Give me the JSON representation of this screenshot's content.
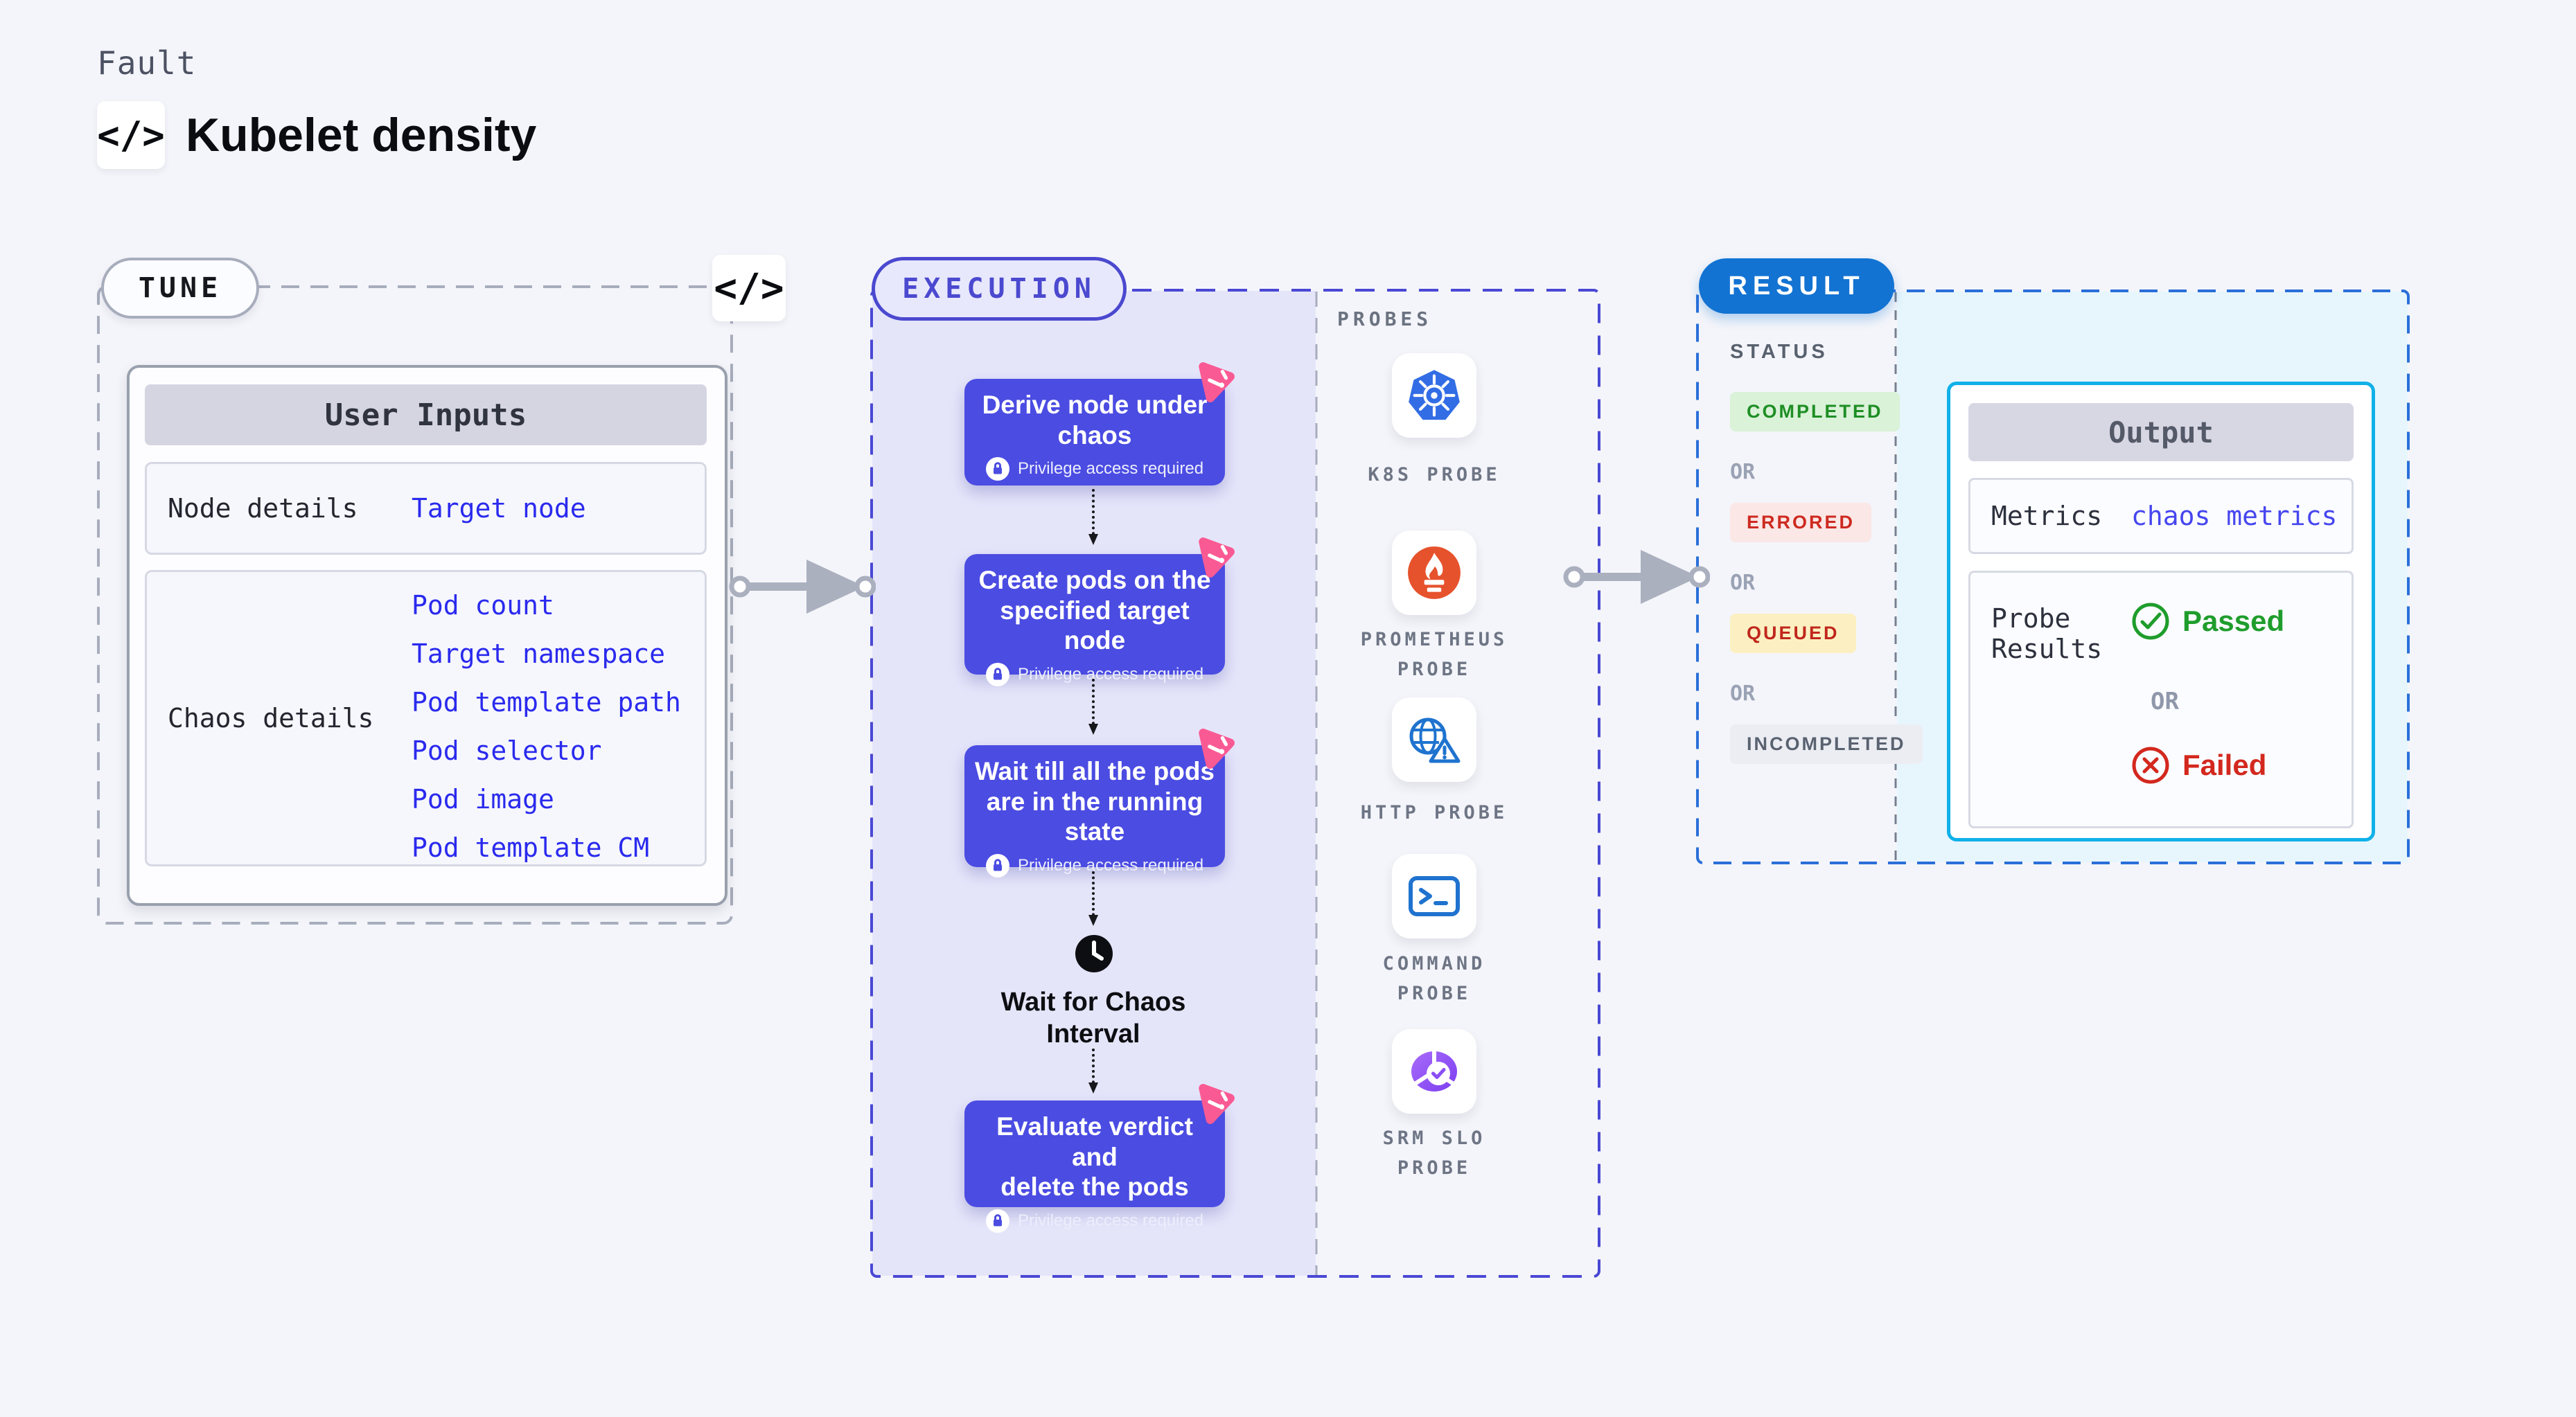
{
  "header": {
    "kicker": "Fault",
    "icon_glyph": "</>",
    "title": "Kubelet density"
  },
  "tune": {
    "label": "TUNE",
    "code_glyph": "</>",
    "table": {
      "header": "User Inputs",
      "rows": [
        {
          "label": "Node details",
          "links": [
            "Target node"
          ]
        },
        {
          "label": "Chaos details",
          "links": [
            "Pod count",
            "Target namespace",
            "Pod template path",
            "Pod selector",
            "Pod image",
            "Pod template CM"
          ]
        }
      ]
    }
  },
  "execution": {
    "label": "EXECUTION",
    "steps": [
      {
        "title": "Derive node under\nchaos",
        "badge": "Privilege access required"
      },
      {
        "title": "Create pods on the\nspecified target\nnode",
        "badge": "Privilege access required"
      },
      {
        "title": "Wait till all the pods\nare in the running\nstate",
        "badge": "Privilege access required"
      },
      {
        "title": "Evaluate verdict and\ndelete the pods",
        "badge": "Privilege access required"
      }
    ],
    "interval_label": "Wait for Chaos\nInterval"
  },
  "probes": {
    "label": "PROBES",
    "items": [
      {
        "name": "K8S PROBE",
        "icon": "kubernetes-icon"
      },
      {
        "name": "PROMETHEUS\nPROBE",
        "icon": "prometheus-icon"
      },
      {
        "name": "HTTP PROBE",
        "icon": "http-globe-icon"
      },
      {
        "name": "COMMAND\nPROBE",
        "icon": "terminal-icon"
      },
      {
        "name": "SRM SLO\nPROBE",
        "icon": "slo-gauge-icon"
      }
    ]
  },
  "result": {
    "label": "RESULT",
    "status": {
      "heading": "STATUS",
      "or": "OR",
      "badges": [
        {
          "text": "COMPLETED",
          "type": "success",
          "color": "#1e8e24"
        },
        {
          "text": "ERRORED",
          "type": "error",
          "color": "#cd2a20"
        },
        {
          "text": "QUEUED",
          "type": "warning",
          "color": "#c0271c"
        },
        {
          "text": "INCOMPLETED",
          "type": "muted",
          "color": "#5a6270"
        }
      ]
    },
    "output": {
      "header": "Output",
      "metrics": {
        "label": "Metrics",
        "value": "chaos metrics"
      },
      "probe_results": {
        "label": "Probe\nResults",
        "passed": "Passed",
        "or": "OR",
        "failed": "Failed"
      }
    }
  },
  "colors": {
    "accent_indigo": "#4b4ce2",
    "execution_panel": "#e5e5fa",
    "litmus_pink": "#fa5a93",
    "k8s_blue": "#326de5",
    "prometheus_orange": "#e6522c",
    "probe_blue": "#1f73cf",
    "srm_purple": "#8a4ff5",
    "result_blue": "#1273d2",
    "output_cyan": "#10b1e8",
    "link_blue": "#2a2aee",
    "passed_green": "#1f9d2c",
    "failed_red": "#d3281e"
  }
}
